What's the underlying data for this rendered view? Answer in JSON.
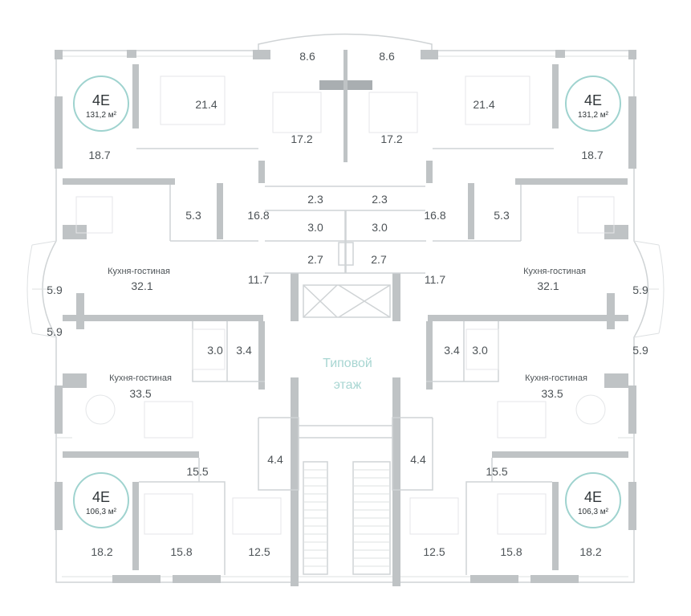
{
  "floor_label": {
    "line1": "Типовой",
    "line2": "этаж"
  },
  "badges": [
    {
      "id": "nw",
      "type": "4E",
      "area": "131,2 м²"
    },
    {
      "id": "ne",
      "type": "4E",
      "area": "131,2 м²"
    },
    {
      "id": "sw",
      "type": "4E",
      "area": "106,3 м²"
    },
    {
      "id": "se",
      "type": "4E",
      "area": "106,3 м²"
    }
  ],
  "rooms": [
    {
      "id": "r1",
      "value": "8.6"
    },
    {
      "id": "r2",
      "value": "8.6"
    },
    {
      "id": "r3",
      "value": "21.4"
    },
    {
      "id": "r4",
      "value": "21.4"
    },
    {
      "id": "r5",
      "value": "17.2"
    },
    {
      "id": "r6",
      "value": "17.2"
    },
    {
      "id": "r7",
      "value": "18.7"
    },
    {
      "id": "r8",
      "value": "18.7"
    },
    {
      "id": "r9",
      "value": "2.3"
    },
    {
      "id": "r10",
      "value": "2.3"
    },
    {
      "id": "r11",
      "value": "5.3"
    },
    {
      "id": "r12",
      "value": "5.3"
    },
    {
      "id": "r13",
      "value": "16.8"
    },
    {
      "id": "r14",
      "value": "16.8"
    },
    {
      "id": "r15",
      "value": "3.0"
    },
    {
      "id": "r16",
      "value": "3.0"
    },
    {
      "id": "r17",
      "value": "2.7"
    },
    {
      "id": "r18",
      "value": "2.7"
    },
    {
      "id": "r19",
      "value": "32.1",
      "label": "Кухня-гостиная"
    },
    {
      "id": "r20",
      "value": "32.1",
      "label": "Кухня-гостиная"
    },
    {
      "id": "r21",
      "value": "11.7"
    },
    {
      "id": "r22",
      "value": "11.7"
    },
    {
      "id": "r23",
      "value": "5.9"
    },
    {
      "id": "r24",
      "value": "5.9"
    },
    {
      "id": "r25",
      "value": "5.9"
    },
    {
      "id": "r26",
      "value": "5.9"
    },
    {
      "id": "r27",
      "value": "3.0"
    },
    {
      "id": "r28",
      "value": "3.4"
    },
    {
      "id": "r29",
      "value": "3.4"
    },
    {
      "id": "r30",
      "value": "3.0"
    },
    {
      "id": "r31",
      "value": "33.5",
      "label": "Кухня-гостиная"
    },
    {
      "id": "r32",
      "value": "33.5",
      "label": "Кухня-гостиная"
    },
    {
      "id": "r33",
      "value": "4.4"
    },
    {
      "id": "r34",
      "value": "4.4"
    },
    {
      "id": "r35",
      "value": "15.5"
    },
    {
      "id": "r36",
      "value": "15.5"
    },
    {
      "id": "r37",
      "value": "18.2"
    },
    {
      "id": "r38",
      "value": "15.8"
    },
    {
      "id": "r39",
      "value": "12.5"
    },
    {
      "id": "r40",
      "value": "12.5"
    },
    {
      "id": "r41",
      "value": "15.8"
    },
    {
      "id": "r42",
      "value": "18.2"
    }
  ]
}
